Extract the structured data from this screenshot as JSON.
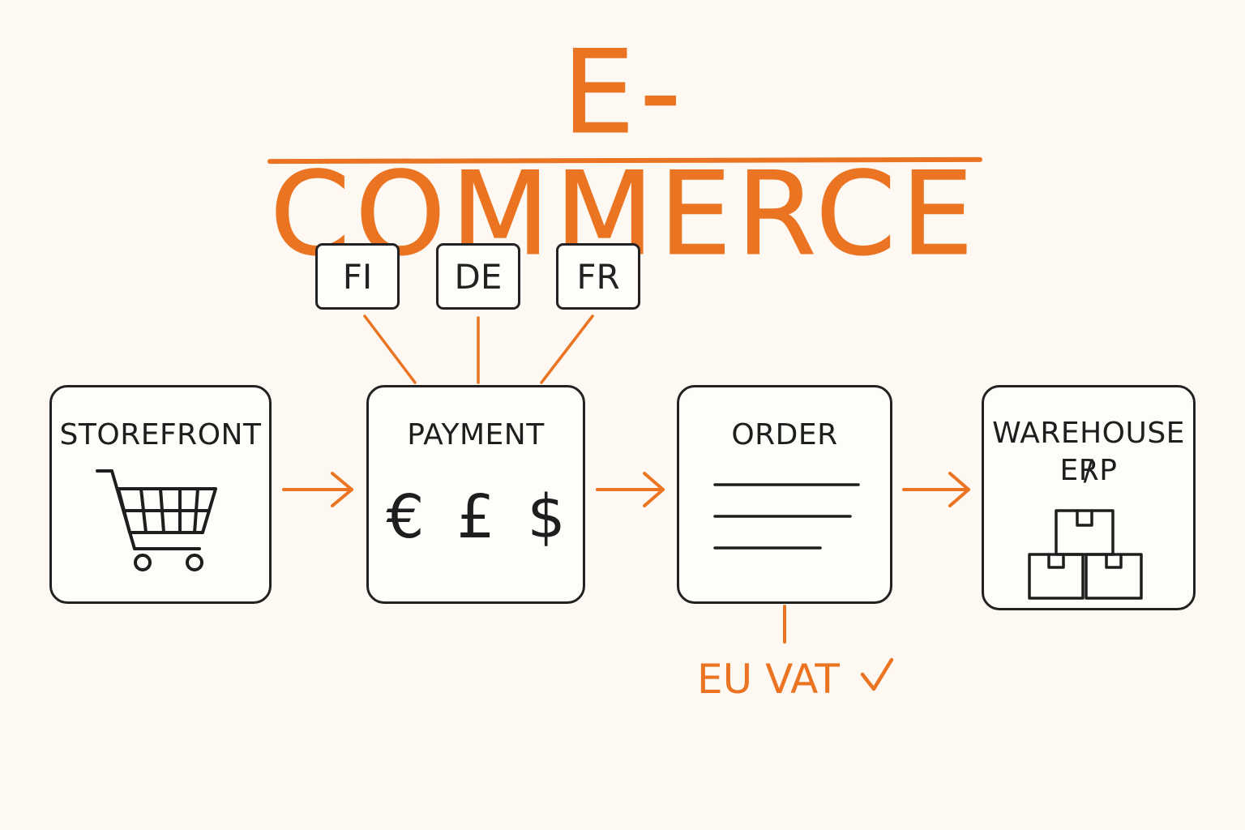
{
  "title": "E-COMMERCE",
  "colors": {
    "accent": "#ea7422",
    "ink": "#222222",
    "background": "#fdf8f1"
  },
  "country_tags": [
    "FI",
    "DE",
    "FR"
  ],
  "stages": {
    "storefront": {
      "label": "STOREFRONT",
      "icon": "shopping-cart-icon"
    },
    "payment": {
      "label": "PAYMENT",
      "currencies": [
        "€",
        "£",
        "$"
      ]
    },
    "order": {
      "label": "ORDER",
      "icon": "document-lines-icon"
    },
    "warehouse": {
      "label_line1": "WAREHOUSE /",
      "label_line2": "ERP",
      "icon": "stacked-boxes-icon"
    }
  },
  "order_note": {
    "label": "EU VAT",
    "icon": "checkmark-icon"
  }
}
